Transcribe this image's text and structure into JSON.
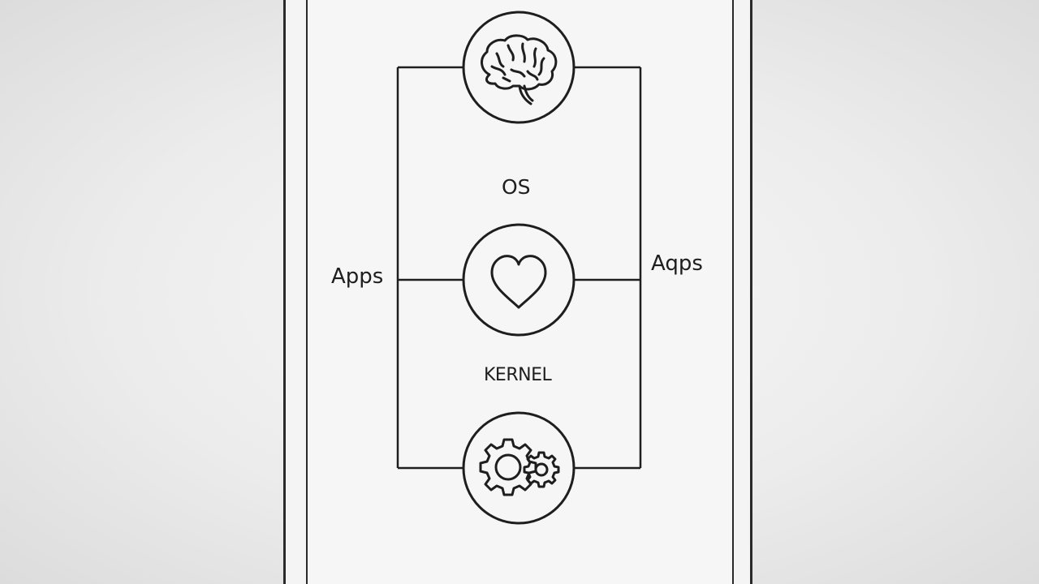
{
  "diagram": {
    "labels": {
      "os": "OS",
      "kernel": "KERNEL",
      "apps_left": "Apps",
      "apps_right": "Aqps"
    },
    "nodes": [
      {
        "id": "top",
        "icon": "brain-icon"
      },
      {
        "id": "middle",
        "icon": "heart-icon"
      },
      {
        "id": "bottom",
        "icon": "gears-icon"
      }
    ],
    "colors": {
      "stroke": "#1e1e1e",
      "frame_fill": "#f4f4f4",
      "background": "#e6e6e6"
    }
  }
}
